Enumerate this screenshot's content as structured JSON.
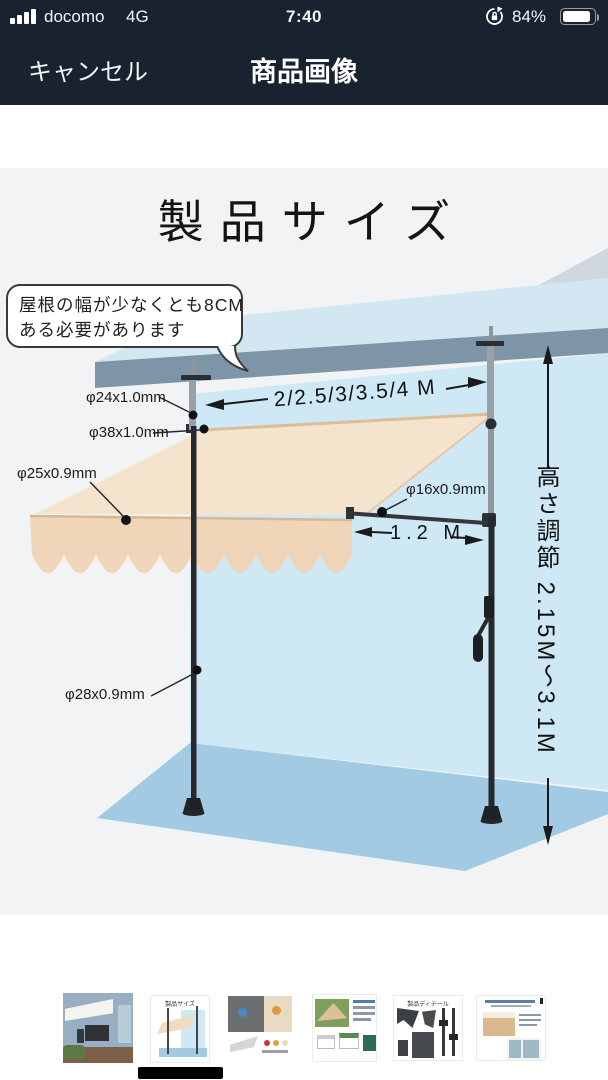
{
  "status_bar": {
    "carrier": "docomo",
    "network": "4G",
    "time": "7:40",
    "battery_percent": "84%"
  },
  "nav_bar": {
    "cancel_label": "キャンセル",
    "title": "商品画像"
  },
  "product_image": {
    "heading": "製品サイズ",
    "callout_line1": "屋根の幅が少なくとも8CM",
    "callout_line2": "ある必要があります",
    "labels": {
      "top_pole": "φ24x1.0mm",
      "roller_tube": "φ38x1.0mm",
      "front_bar": "φ25x0.9mm",
      "support_arm": "φ16x0.9mm",
      "main_pole": "φ28x0.9mm"
    },
    "dimensions": {
      "width": "2/2.5/3/3.5/4 M",
      "arm_length": "1.2 M",
      "height_adjust": "高さ調節 2.15M〜3.1M"
    },
    "colors": {
      "canvas_bg": "#f2f3f4",
      "awning": "#f5e4cd",
      "valance": "#efd6b8",
      "wall": "#cfe8f6",
      "floor": "#a2cbe3",
      "ceiling_top": "#d3e7f3",
      "ceiling_front": "#7e95a8"
    }
  },
  "thumbnails": [
    {
      "name": "patio-photo"
    },
    {
      "name": "size-diagram",
      "tiny_title": "製品サイズ"
    },
    {
      "name": "fabric-detail-collage"
    },
    {
      "name": "feature-collage"
    },
    {
      "name": "parts-detail",
      "tiny_title": "製品ディテール"
    },
    {
      "name": "installation-info"
    }
  ]
}
